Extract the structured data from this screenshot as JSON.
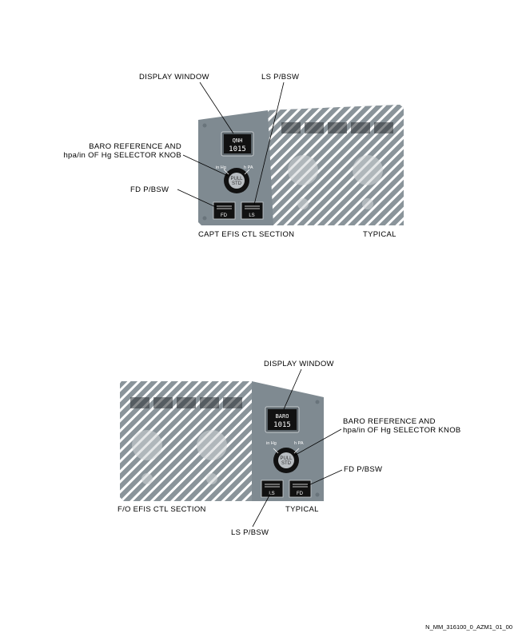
{
  "top_diagram": {
    "display_window_label": "DISPLAY WINDOW",
    "ls_pbsw_label": "LS P/BSW",
    "baro_label_line1": "BARO REFERENCE AND",
    "baro_label_line2": "hpa/in OF Hg SELECTOR KNOB",
    "fd_pbsw_label": "FD P/BSW",
    "section_caption": "CAPT EFIS CTL SECTION",
    "typical_caption": "TYPICAL",
    "window_line1": "QNH",
    "window_line2": "1015",
    "knob_left": "in Hg",
    "knob_right": "h PA",
    "knob_center_1": "PULL",
    "knob_center_2": "STD",
    "btn_fd": "FD",
    "btn_ls": "LS"
  },
  "bottom_diagram": {
    "display_window_label": "DISPLAY WINDOW",
    "baro_label_line1": "BARO REFERENCE AND",
    "baro_label_line2": "hpa/in OF Hg SELECTOR KNOB",
    "fd_pbsw_label": "FD P/BSW",
    "section_caption": "F/O EFIS CTL SECTION",
    "typical_caption": "TYPICAL",
    "ls_pbsw_label": "LS P/BSW",
    "window_line1": "BARO",
    "window_line2": "1015",
    "knob_left": "in Hg",
    "knob_right": "h PA",
    "knob_center_1": "PULL",
    "knob_center_2": "STD",
    "btn_ls": "LS",
    "btn_fd": "FD"
  },
  "reference_code": "N_MM_316100_0_AZM1_01_00",
  "colors": {
    "panel": "#7f8a91",
    "panel_dark": "#69747b",
    "knob_gray": "#b9bec2"
  }
}
